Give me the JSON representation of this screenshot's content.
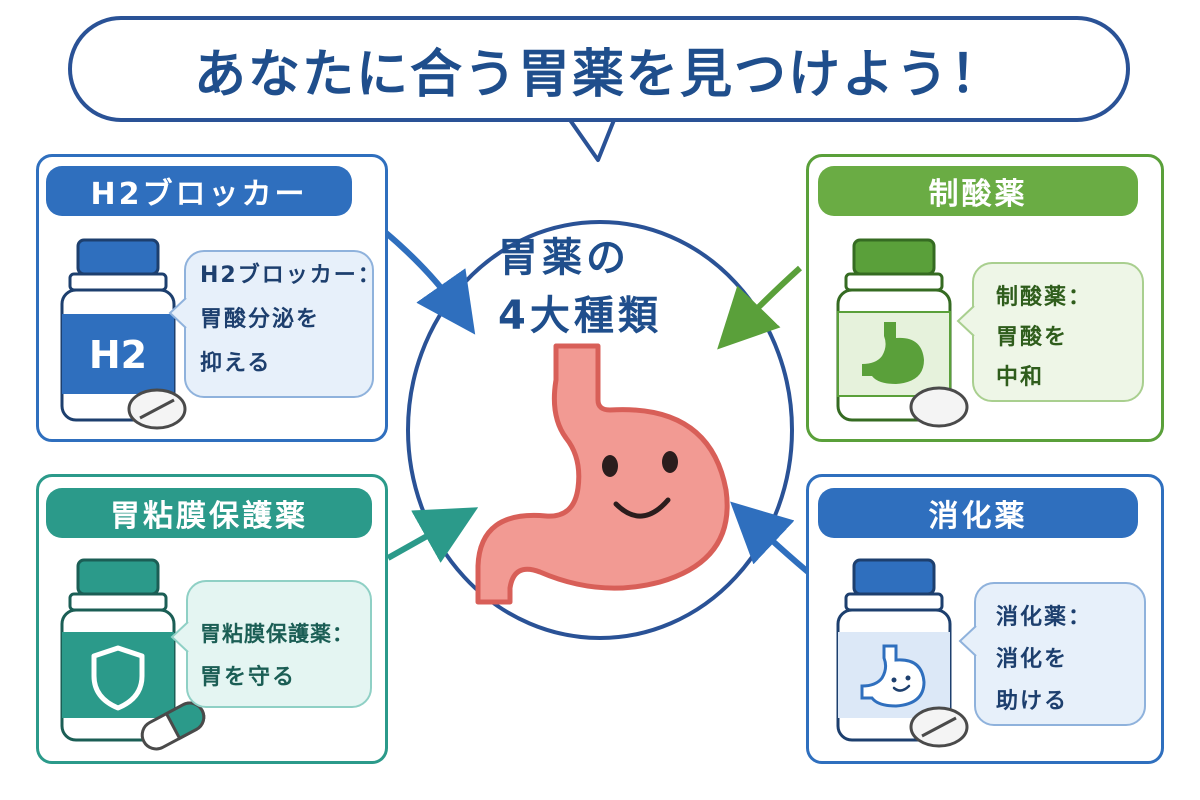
{
  "title": "あなたに合う胃薬を見つけよう！",
  "center": {
    "line1": "胃薬の",
    "line2": "4大種類"
  },
  "cards": {
    "h2": {
      "heading": "H2ブロッカー",
      "bottle_label": "H2",
      "desc_line1": "H2ブロッカー：",
      "desc_line2": "胃酸分泌を",
      "desc_line3": "抑える",
      "color": "#2f6fbe"
    },
    "antacid": {
      "heading": "制酸薬",
      "desc_line1": "制酸薬：",
      "desc_line2": "胃酸を",
      "desc_line3": "中和",
      "color": "#5aa03a"
    },
    "mucosal": {
      "heading": "胃粘膜保護薬",
      "desc_line1": "胃粘膜保護薬：",
      "desc_line2": "胃を守る",
      "color": "#2b9a8a"
    },
    "digestive": {
      "heading": "消化薬",
      "desc_line1": "消化薬：",
      "desc_line2": "消化を",
      "desc_line3": "助ける",
      "color": "#2f6fbe"
    }
  },
  "icons": {
    "stomach_center": "smiling-stomach-icon",
    "h2_bottle": "medicine-bottle-icon",
    "antacid_bottle": "medicine-bottle-icon",
    "mucosal_bottle": "medicine-bottle-icon",
    "digestive_bottle": "medicine-bottle-icon",
    "shield": "shield-icon",
    "tablet": "tablet-icon",
    "capsule": "capsule-icon"
  }
}
